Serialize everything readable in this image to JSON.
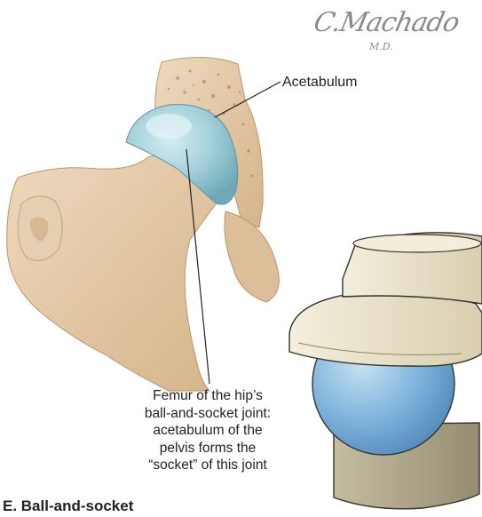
{
  "signature": {
    "name": "C.Machado",
    "suffix": "M.D."
  },
  "labels": {
    "acetabulum": "Acetabulum",
    "femur_lines": [
      "Femur of the hip’s",
      "ball-and-socket joint:",
      "acetabulum of the",
      "pelvis forms the",
      "“socket” of this joint"
    ]
  },
  "caption": "E. Ball-and-socket",
  "colors": {
    "bone": "#e3c7a3",
    "bone_shadow": "#c9a67c",
    "cartilage_blue": "#9fcdda",
    "model_ball": "#7eb3dc",
    "model_socket": "#eae3c9",
    "model_shaft": "#aea48a"
  }
}
